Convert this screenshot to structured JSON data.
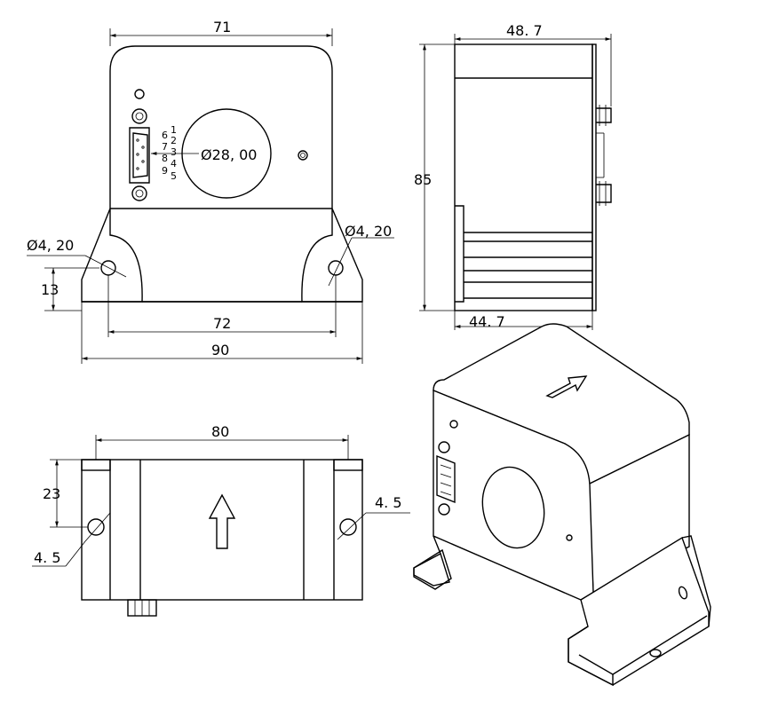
{
  "front_view": {
    "dim_width_top": "71",
    "dim_hole_diameter": "Ø28, 00",
    "dim_mount_hole_left": "Ø4, 20",
    "dim_mount_hole_right": "Ø4, 20",
    "dim_hole_height": "13",
    "dim_hole_spacing": "72",
    "dim_base_width": "90",
    "connector_pins": {
      "top_row": [
        "1",
        "2",
        "3",
        "4",
        "5"
      ],
      "bottom_row": [
        "6",
        "7",
        "8",
        "9"
      ]
    }
  },
  "side_view": {
    "dim_depth_top": "48. 7",
    "dim_height": "85",
    "dim_depth_bottom": "44. 7"
  },
  "top_view": {
    "dim_slot_spacing": "80",
    "dim_hole_offset": "23",
    "dim_slot_width_right": "4. 5",
    "dim_slot_width_left": "4. 5"
  }
}
